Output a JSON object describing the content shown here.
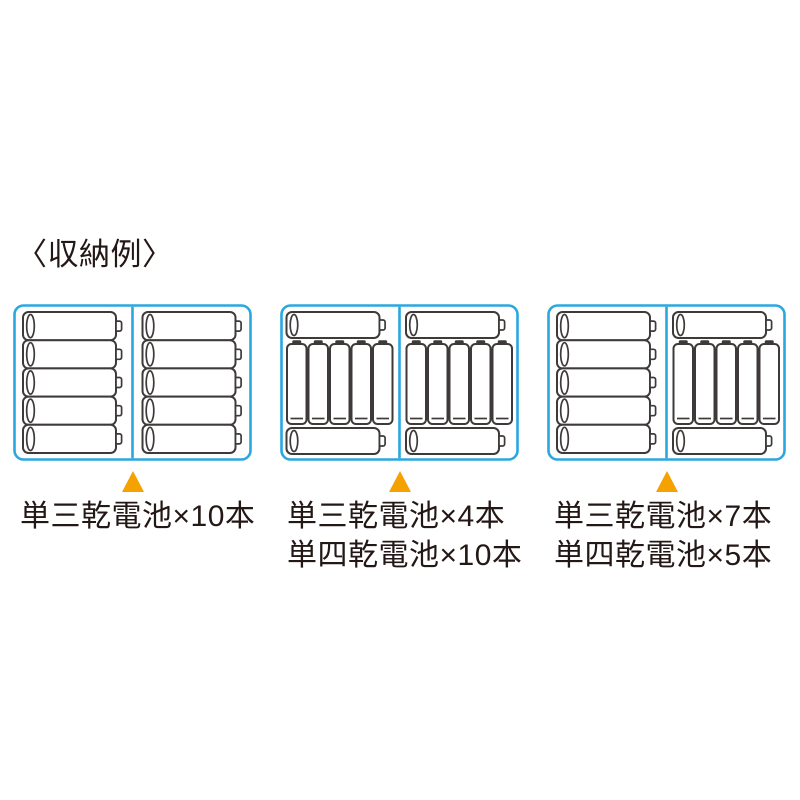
{
  "title": "〈収納例〉",
  "colors": {
    "background": "#ffffff",
    "box_border": "#2aa7e0",
    "divider": "#2aa7e0",
    "triangle": "#f5a200",
    "battery_outline": "#3e3a39",
    "battery_fill": "#ffffff",
    "text": "#231815"
  },
  "examples": [
    {
      "label_lines": [
        "単三乾電池×10本"
      ],
      "layout": {
        "left_half": {
          "horizontal_aa": 5,
          "vertical_aaa": 0
        },
        "right_half": {
          "horizontal_aa": 5,
          "vertical_aaa": 0
        }
      }
    },
    {
      "label_lines": [
        "単三乾電池×4本",
        "単四乾電池×10本"
      ],
      "layout": {
        "left_half": {
          "horizontal_aa": 2,
          "vertical_aaa": 5
        },
        "right_half": {
          "horizontal_aa": 2,
          "vertical_aaa": 5
        }
      }
    },
    {
      "label_lines": [
        "単三乾電池×7本",
        "単四乾電池×5本"
      ],
      "layout": {
        "left_half": {
          "horizontal_aa": 5,
          "vertical_aaa": 0
        },
        "right_half": {
          "horizontal_aa": 2,
          "vertical_aaa": 5
        }
      }
    }
  ]
}
